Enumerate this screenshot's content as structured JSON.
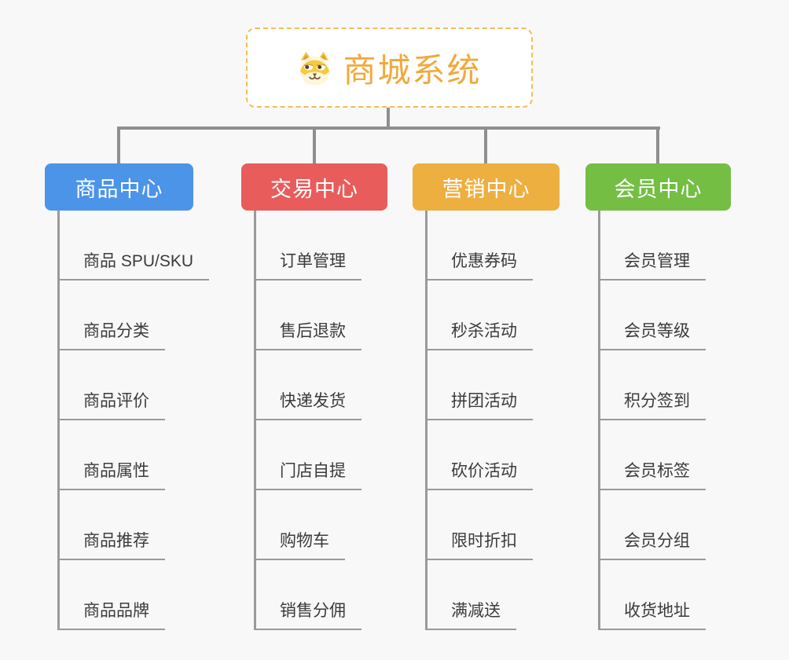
{
  "root": {
    "title": "商城系统",
    "icon": "shiba-dog-icon",
    "title_color": "#f1a93c",
    "border_color": "#f6bb55"
  },
  "connector_color": "#8f8f8f",
  "leaf_line_color": "#9a9a9a",
  "branches": [
    {
      "label": "商品中心",
      "color": "#4b94e8",
      "items": [
        "商品 SPU/SKU",
        "商品分类",
        "商品评价",
        "商品属性",
        "商品推荐",
        "商品品牌"
      ]
    },
    {
      "label": "交易中心",
      "color": "#e85c5c",
      "items": [
        "订单管理",
        "售后退款",
        "快递发货",
        "门店自提",
        "购物车",
        "销售分佣"
      ]
    },
    {
      "label": "营销中心",
      "color": "#edaf40",
      "items": [
        "优惠券码",
        "秒杀活动",
        "拼团活动",
        "砍价活动",
        "限时折扣",
        "满减送"
      ]
    },
    {
      "label": "会员中心",
      "color": "#74be44",
      "items": [
        "会员管理",
        "会员等级",
        "积分签到",
        "会员标签",
        "会员分组",
        "收货地址"
      ]
    }
  ]
}
